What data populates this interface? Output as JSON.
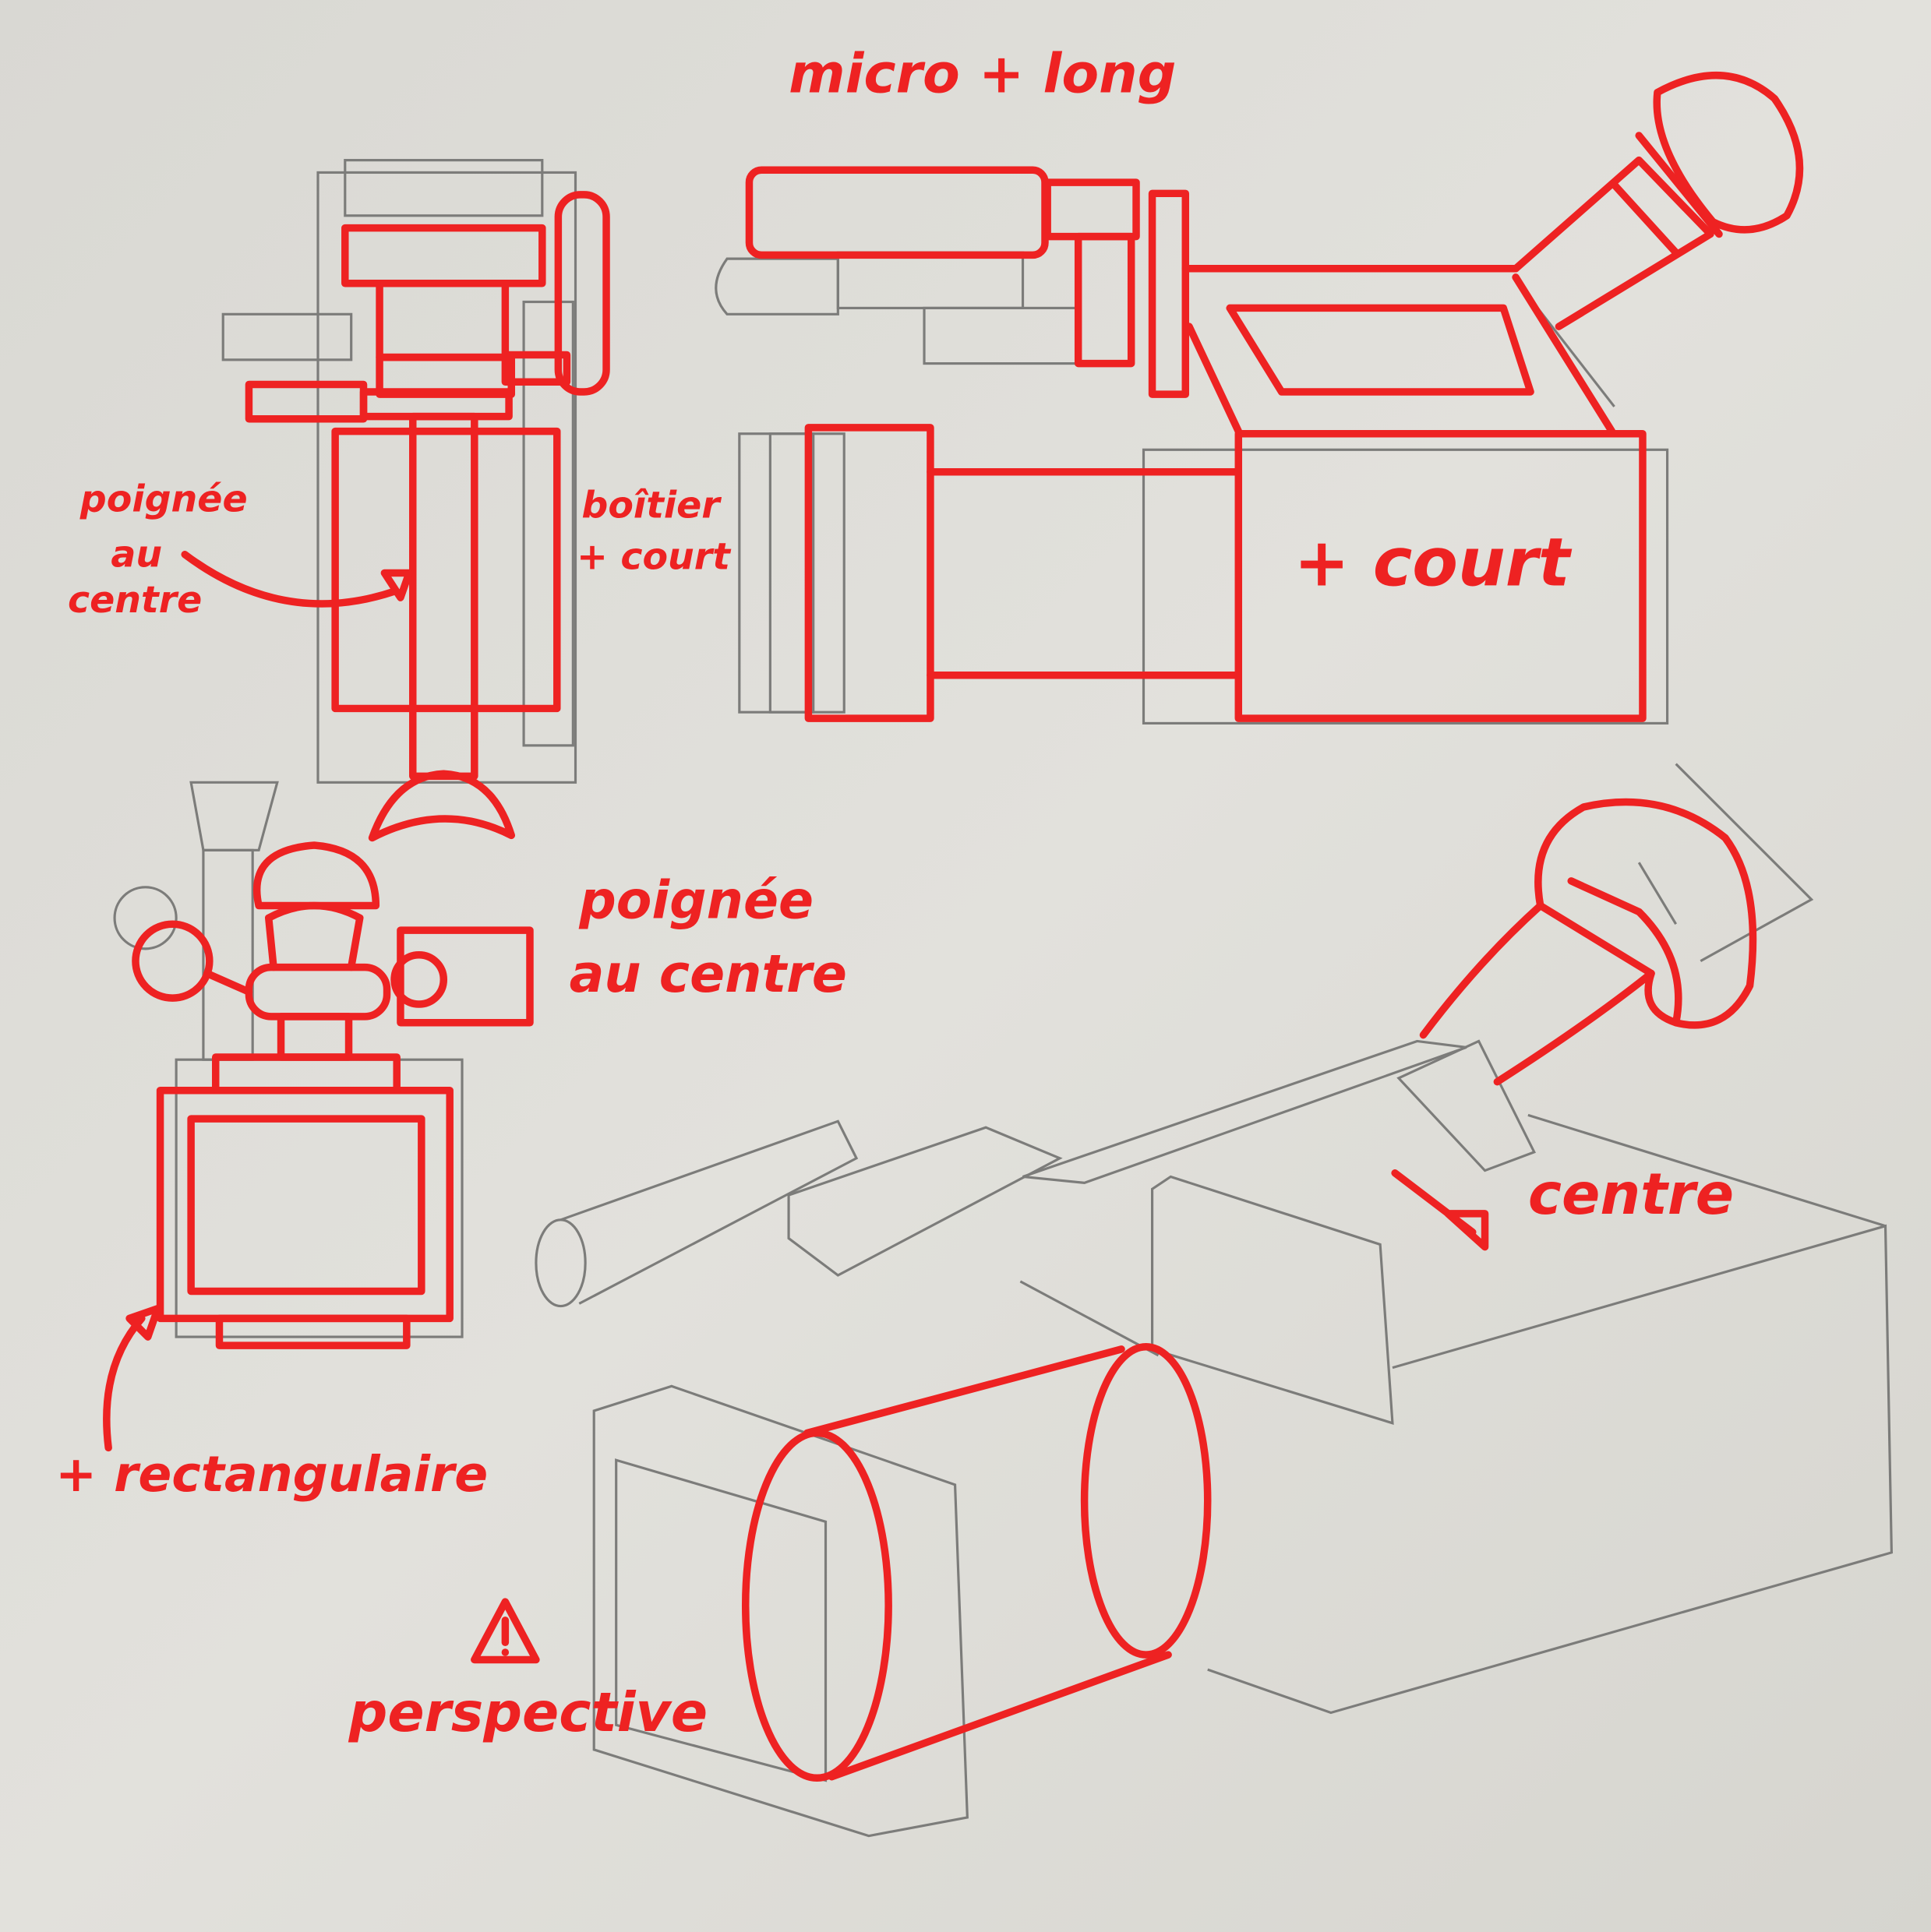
{
  "annotations": {
    "micro_long": "micro + long",
    "poignee_top_1": "poignée",
    "poignee_top_2": "au",
    "poignee_top_3": "centre",
    "boitier_1": "boîtier",
    "boitier_2": "+ court",
    "court": "+ court",
    "poignee_mid_1": "poignée",
    "poignee_mid_2": "au centre",
    "centre": "centre",
    "rectangulaire": "+ rectangulaire",
    "perspective": "perspective"
  },
  "colors": {
    "annotation": "#ee2222",
    "pencil": "#7c7c7a",
    "paper": "#dcdbd6"
  },
  "icons": {
    "warning": "warning-triangle-icon"
  }
}
